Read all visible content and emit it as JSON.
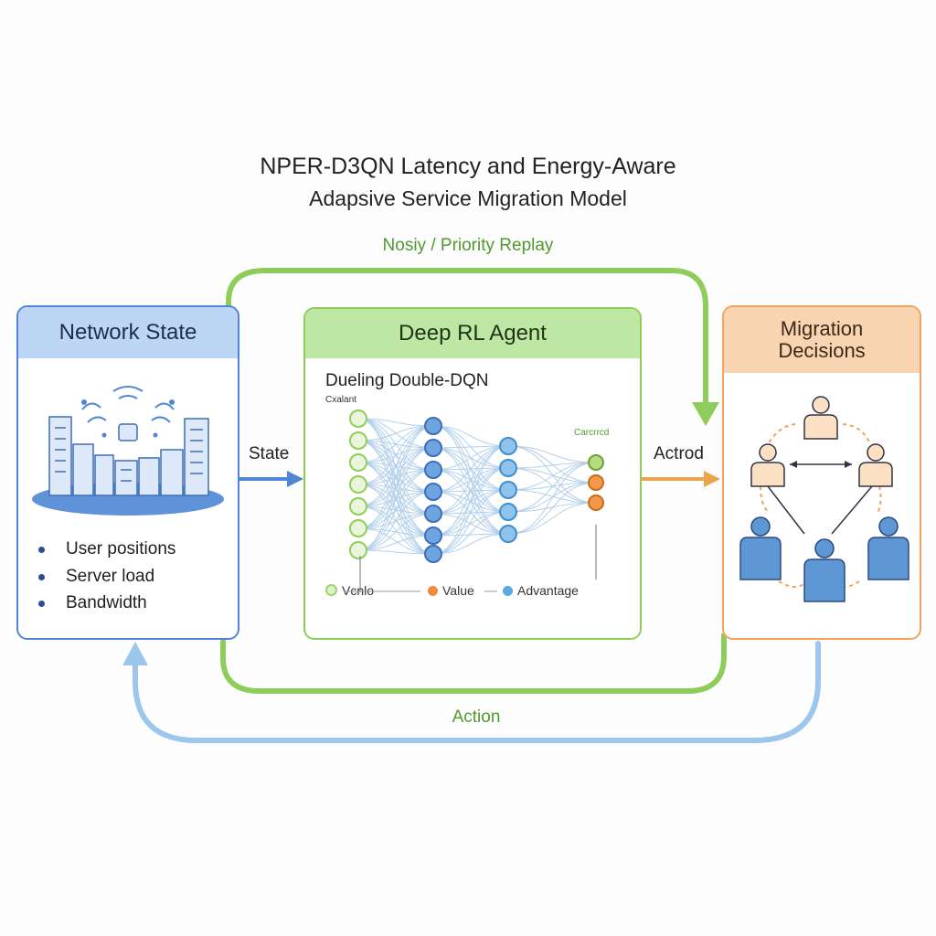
{
  "title": {
    "line1": "NPER-D3QN Latency and Energy-Aware",
    "line2": "Adapsive Service Migration Model"
  },
  "arrows": {
    "top_label": "Nosiy / Priority Replay",
    "state_label": "State",
    "action_right_label": "Actrod",
    "action_bottom_label": "Action"
  },
  "network_state": {
    "title": "Network State",
    "bullets": [
      "User positions",
      "Server load",
      "Bandwidth"
    ]
  },
  "agent": {
    "title": "Deep RL Agent",
    "subtitle": "Dueling Double-DQN",
    "input_tag": "Cxalant",
    "output_tag": "Carcrrcd",
    "legend": [
      {
        "label": "Vcnlo",
        "color": "#9fd36f"
      },
      {
        "label": "Value",
        "color": "#f08a3c"
      },
      {
        "label": "Advantage",
        "color": "#5aa8e0"
      }
    ]
  },
  "migration": {
    "title_line1": "Migration",
    "title_line2": "Decisions"
  },
  "colors": {
    "green": "#8fcd5a",
    "blue": "#4f86d6",
    "light_blue": "#9cc6ec",
    "orange": "#f0a25e"
  }
}
